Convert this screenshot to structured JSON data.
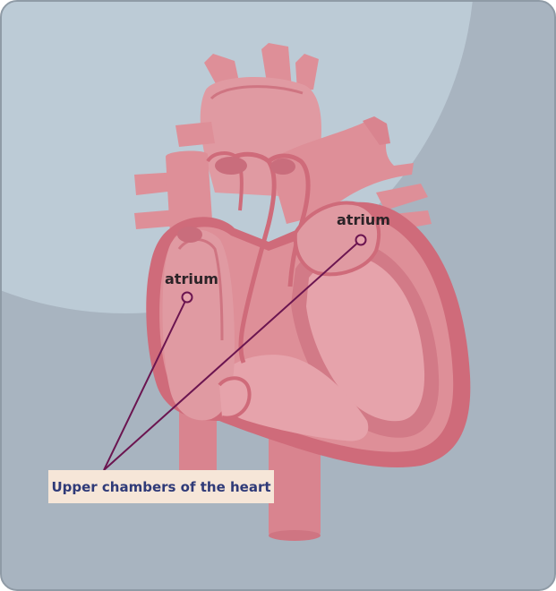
{
  "labels": {
    "atrium_right": "atrium",
    "atrium_left": "atrium"
  },
  "caption": "Upper chambers of the heart",
  "colors": {
    "background": "#a7b3bf",
    "background_light": "#bccbd6",
    "heart_dark": "#cf6b7a",
    "heart_main": "#de8f98",
    "heart_light": "#e6a3ab",
    "pointer_line": "#6b1550",
    "caption_box": "#f6e6d8",
    "caption_text": "#2f3a78"
  },
  "icons": [
    "heart-illustration"
  ]
}
